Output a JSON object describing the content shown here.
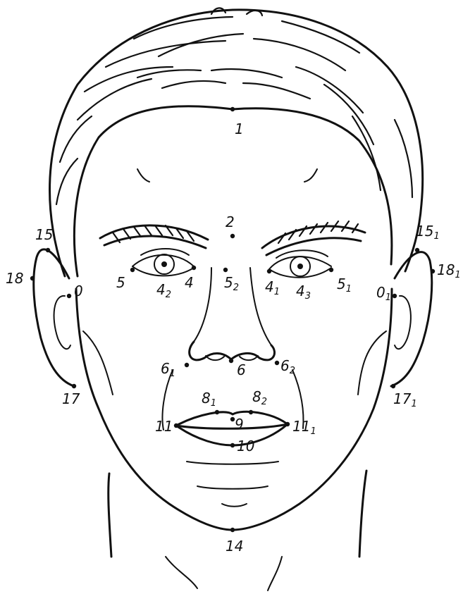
{
  "landmarks": [
    {
      "id": "p1",
      "main": "1",
      "sub": ""
    },
    {
      "id": "p2",
      "main": "2",
      "sub": ""
    },
    {
      "id": "p15",
      "main": "15",
      "sub": ""
    },
    {
      "id": "p15_1",
      "main": "15",
      "sub": "1"
    },
    {
      "id": "p18",
      "main": "18",
      "sub": ""
    },
    {
      "id": "p18_1",
      "main": "18",
      "sub": "1"
    },
    {
      "id": "p0",
      "main": "0",
      "sub": ""
    },
    {
      "id": "p0_1",
      "main": "0",
      "sub": "1"
    },
    {
      "id": "p5",
      "main": "5",
      "sub": ""
    },
    {
      "id": "p4_2",
      "main": "4",
      "sub": "2"
    },
    {
      "id": "p4",
      "main": "4",
      "sub": ""
    },
    {
      "id": "p5_2",
      "main": "5",
      "sub": "2"
    },
    {
      "id": "p4_1",
      "main": "4",
      "sub": "1"
    },
    {
      "id": "p4_3",
      "main": "4",
      "sub": "3"
    },
    {
      "id": "p5_1",
      "main": "5",
      "sub": "1"
    },
    {
      "id": "p6_1",
      "main": "6",
      "sub": "1"
    },
    {
      "id": "p6",
      "main": "6",
      "sub": ""
    },
    {
      "id": "p6_2",
      "main": "6",
      "sub": "2"
    },
    {
      "id": "p17",
      "main": "17",
      "sub": ""
    },
    {
      "id": "p17_1",
      "main": "17",
      "sub": "1"
    },
    {
      "id": "p8_1",
      "main": "8",
      "sub": "1"
    },
    {
      "id": "p8_2",
      "main": "8",
      "sub": "2"
    },
    {
      "id": "p9",
      "main": "9",
      "sub": ""
    },
    {
      "id": "p11",
      "main": "11",
      "sub": ""
    },
    {
      "id": "p11_1",
      "main": "11",
      "sub": "1"
    },
    {
      "id": "p10",
      "main": "10",
      "sub": ""
    },
    {
      "id": "p14",
      "main": "14",
      "sub": ""
    }
  ]
}
